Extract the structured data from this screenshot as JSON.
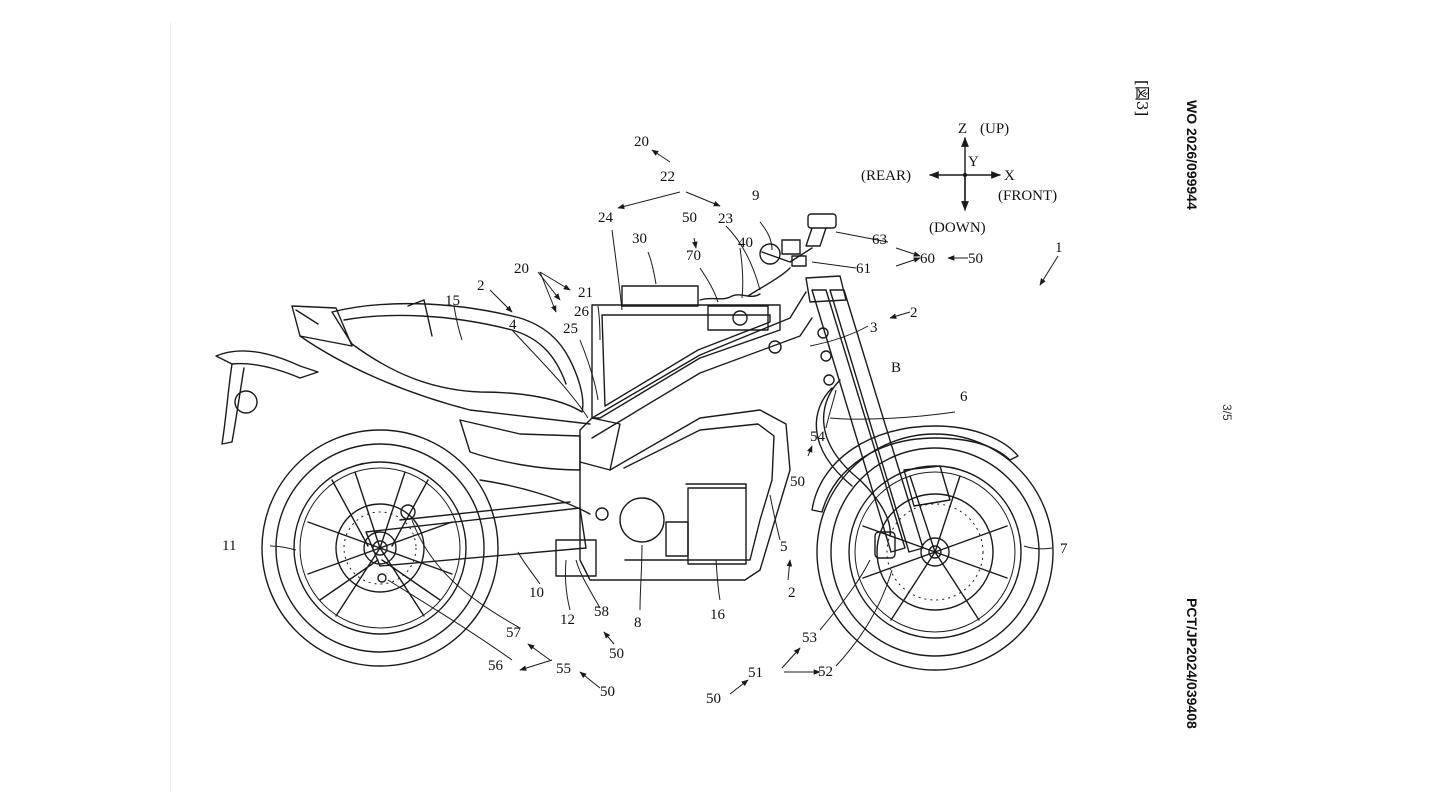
{
  "header": {
    "publication_number": "WO 2026/099944",
    "application_number": "PCT/JP2024/039408",
    "figure_tag": "[図3]",
    "page": "3/5"
  },
  "axes": {
    "z": "Z",
    "up": "(UP)",
    "y": "Y",
    "x": "X",
    "rear": "(REAR)",
    "front": "(FRONT)",
    "down": "(DOWN)"
  },
  "labels": {
    "l1": "1",
    "l2a": "2",
    "l2b": "2",
    "l2c": "2",
    "l3": "3",
    "l4": "4",
    "l5": "5",
    "l6": "6",
    "l7": "7",
    "l8": "8",
    "l9": "9",
    "l10": "10",
    "l11": "11",
    "l12": "12",
    "l15": "15",
    "l16": "16",
    "l20a": "20",
    "l20b": "20",
    "l21": "21",
    "l22": "22",
    "l23": "23",
    "l24": "24",
    "l25": "25",
    "l26": "26",
    "l30": "30",
    "l40": "40",
    "l50a": "50",
    "l50b": "50",
    "l50c": "50",
    "l50d": "50",
    "l50e": "50",
    "l50f": "50",
    "l51": "51",
    "l52": "52",
    "l53": "53",
    "l54": "54",
    "l55": "55",
    "l56": "56",
    "l57": "57",
    "l58": "58",
    "l60": "60",
    "l61": "61",
    "l63": "63",
    "l70": "70",
    "lB": "B"
  }
}
